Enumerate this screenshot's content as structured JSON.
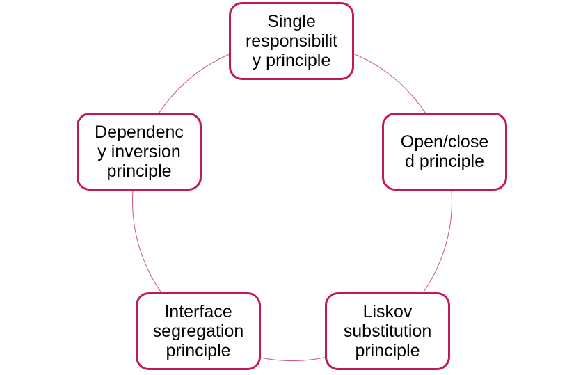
{
  "diagram": {
    "type": "cycle",
    "colors": {
      "accent_border": "#c21a50",
      "ring_line": "#cc5577",
      "text": "#000000",
      "background": "#ffffff"
    },
    "nodes": [
      {
        "id": "single-responsibility-principle",
        "label": "Single responsibility principle",
        "lines": [
          "Single",
          "responsibilit",
          "y principle"
        ]
      },
      {
        "id": "open-closed-principle",
        "label": "Open/closed principle",
        "lines": [
          "Open/close",
          "d principle"
        ]
      },
      {
        "id": "liskov-substitution-principle",
        "label": "Liskov substitution principle",
        "lines": [
          "Liskov",
          "substitution",
          "principle"
        ]
      },
      {
        "id": "interface-segregation-principle",
        "label": "Interface segregation principle",
        "lines": [
          "Interface",
          "segregation",
          "principle"
        ]
      },
      {
        "id": "dependency-inversion-principle",
        "label": "Dependency inversion principle",
        "lines": [
          "Dependenc",
          "y inversion",
          "principle"
        ]
      }
    ]
  }
}
